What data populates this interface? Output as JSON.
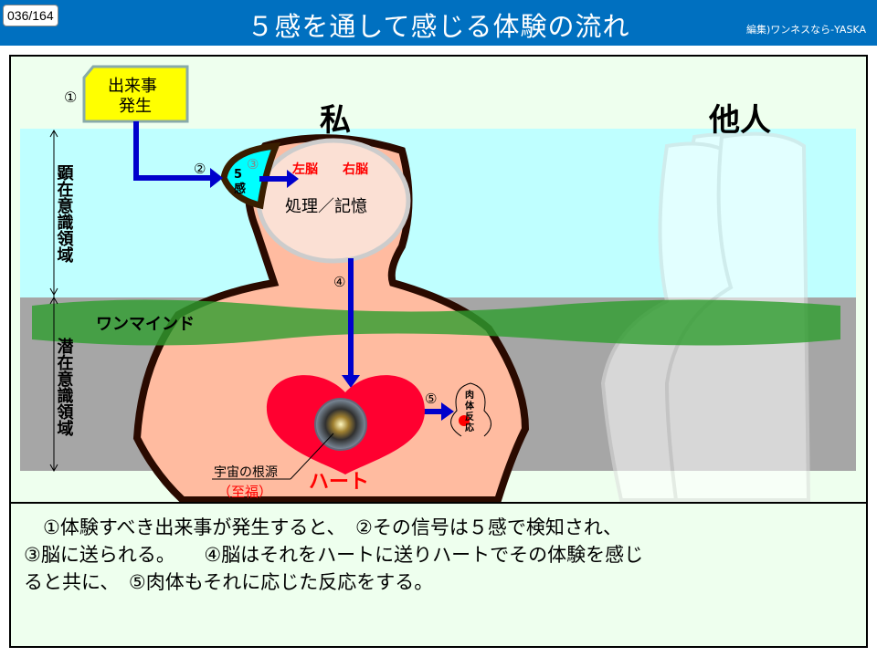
{
  "header": {
    "page_indicator": "036/164",
    "title": "５感を通して感じる体験の流れ",
    "credit": "編集)ワンネスなら-YASKA"
  },
  "diagram": {
    "event_box": [
      "出来事",
      "発生"
    ],
    "steps": [
      "①",
      "②",
      "③",
      "④",
      "⑤"
    ],
    "self_label": "私",
    "other_label": "他人",
    "five_senses": [
      "5",
      "感"
    ],
    "left_brain": "左脳",
    "right_brain": "右脳",
    "process": "処理／記憶",
    "conscious_label": "顕在意識領域",
    "subconscious_label": "潜在意識領域",
    "one_mind": "ワンマインド",
    "heart_label": "ハート",
    "cosmic_source": "宇宙の根源",
    "bliss": "（至福）",
    "body_reaction": [
      "肉",
      "体",
      "反",
      "応"
    ]
  },
  "caption": [
    "　①体験すべき出来事が発生すると、　②その信号は５感で検知され、",
    "③脳に送られる。　　④脳はそれをハートに送りハートでその体験を感じ",
    "ると共に、　⑤肉体もそれに応じた反応をする。"
  ]
}
